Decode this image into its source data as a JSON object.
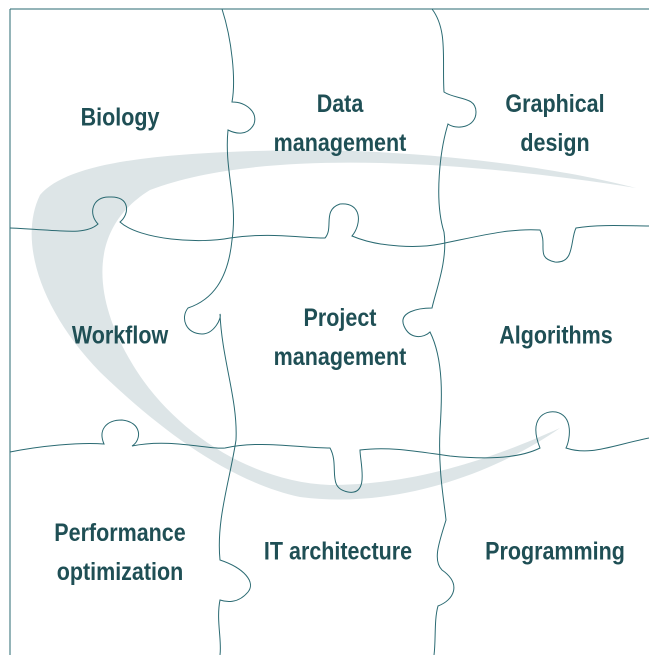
{
  "colors": {
    "text": "#1f4f55",
    "cut_lines": "#2a6a72",
    "swoosh": "#dde5e7",
    "background": "#ffffff"
  },
  "pieces": [
    {
      "id": "biology",
      "lines": [
        "Biology"
      ]
    },
    {
      "id": "data-management",
      "lines": [
        "Data",
        "management"
      ]
    },
    {
      "id": "graphical-design",
      "lines": [
        "Graphical",
        "design"
      ]
    },
    {
      "id": "workflow",
      "lines": [
        "Workflow"
      ]
    },
    {
      "id": "project-management",
      "lines": [
        "Project",
        "management"
      ]
    },
    {
      "id": "algorithms",
      "lines": [
        "Algorithms"
      ]
    },
    {
      "id": "performance-optimization",
      "lines": [
        "Performance",
        "optimization"
      ]
    },
    {
      "id": "it-architecture",
      "lines": [
        "IT architecture"
      ]
    },
    {
      "id": "programming",
      "lines": [
        "Programming"
      ]
    }
  ]
}
